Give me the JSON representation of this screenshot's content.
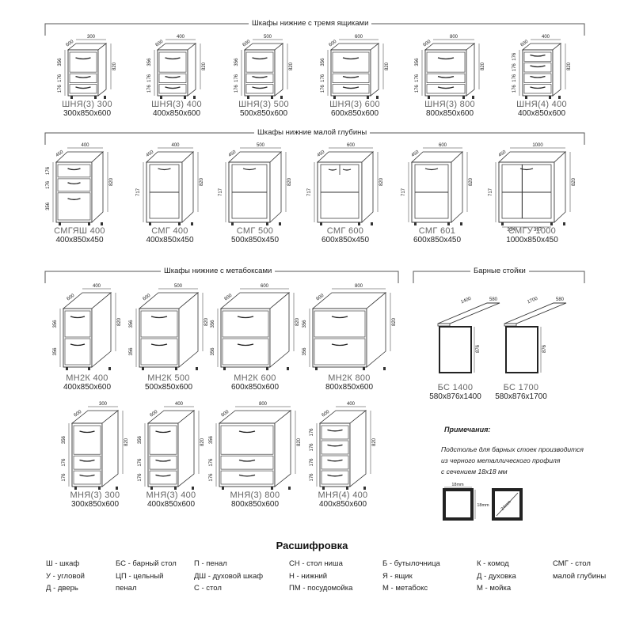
{
  "sections": {
    "three_drawers": {
      "title": "Шкафы нижние с тремя ящиками"
    },
    "small_depth": {
      "title": "Шкафы нижние малой глубины"
    },
    "metaboxes": {
      "title": "Шкафы нижние с метабоксами"
    },
    "bar_counters": {
      "title": "Барные стойки"
    }
  },
  "row1": [
    {
      "name": "ШНЯ(3) 300",
      "dims": "300x850x600",
      "w": "300",
      "d": "600",
      "h": "820",
      "drawers": [
        "176",
        "176",
        "356"
      ]
    },
    {
      "name": "ШНЯ(3) 400",
      "dims": "400x850x600",
      "w": "400",
      "d": "600",
      "h": "820",
      "drawers": [
        "176",
        "176",
        "356"
      ]
    },
    {
      "name": "ШНЯ(3) 500",
      "dims": "500x850x600",
      "w": "500",
      "d": "600",
      "h": "820",
      "drawers": [
        "176",
        "176",
        "356"
      ]
    },
    {
      "name": "ШНЯ(3) 600",
      "dims": "600x850x600",
      "w": "600",
      "d": "600",
      "h": "820",
      "drawers": [
        "176",
        "176",
        "356"
      ]
    },
    {
      "name": "ШНЯ(3) 800",
      "dims": "800x850x600",
      "w": "800",
      "d": "600",
      "h": "820",
      "drawers": [
        "176",
        "176",
        "356"
      ]
    },
    {
      "name": "ШНЯ(4) 400",
      "dims": "400x850x600",
      "w": "400",
      "d": "600",
      "h": "820",
      "drawers": [
        "176",
        "176",
        "176",
        "176"
      ]
    }
  ],
  "row2": [
    {
      "name": "СМГЯШ 400",
      "dims": "400x850x450",
      "w": "400",
      "d": "450",
      "h": "820",
      "side": "356 176 176"
    },
    {
      "name": "СМГ 400",
      "dims": "400x850x450",
      "w": "400",
      "d": "450",
      "h": "820",
      "side": "717"
    },
    {
      "name": "СМГ 500",
      "dims": "500x850x450",
      "w": "500",
      "d": "450",
      "h": "820",
      "side": "717"
    },
    {
      "name": "СМГ 600",
      "dims": "600x850x450",
      "w": "600",
      "d": "450",
      "h": "820",
      "side": "717"
    },
    {
      "name": "СМГ 601",
      "dims": "600x850x450",
      "w": "600",
      "d": "450",
      "h": "820",
      "side": "717"
    },
    {
      "name": "СМГУ 1000",
      "dims": "1000x850x450",
      "w": "1000",
      "d": "450",
      "h": "820",
      "side": "717",
      "bottom_a": "334",
      "bottom_b": "397"
    }
  ],
  "row3": [
    {
      "name": "МН2К 400",
      "dims": "400x850x600",
      "w": "400",
      "d": "600",
      "h": "820",
      "drawers": [
        "356",
        "356"
      ]
    },
    {
      "name": "МН2К 500",
      "dims": "500x850x600",
      "w": "500",
      "d": "600",
      "h": "820",
      "drawers": [
        "356",
        "356"
      ]
    },
    {
      "name": "МН2К 600",
      "dims": "600x850x600",
      "w": "600",
      "d": "600",
      "h": "820",
      "drawers": [
        "356",
        "356"
      ]
    },
    {
      "name": "МН2К 800",
      "dims": "800x850x600",
      "w": "800",
      "d": "600",
      "h": "820",
      "drawers": [
        "356",
        "356"
      ]
    }
  ],
  "bars": [
    {
      "name": "БС 1400",
      "dims": "580x876x1400",
      "len": "1400",
      "d": "580",
      "h": "876"
    },
    {
      "name": "БС 1700",
      "dims": "580x876x1700",
      "len": "1700",
      "d": "580",
      "h": "876"
    }
  ],
  "row4": [
    {
      "name": "МНЯ(3) 300",
      "dims": "300x850x600",
      "w": "300",
      "d": "600",
      "h": "820",
      "drawers": [
        "176",
        "176",
        "356"
      ]
    },
    {
      "name": "МНЯ(3) 400",
      "dims": "400x850x600",
      "w": "400",
      "d": "600",
      "h": "820",
      "drawers": [
        "176",
        "176",
        "356"
      ]
    },
    {
      "name": "МНЯ(3) 800",
      "dims": "800x850x600",
      "w": "800",
      "d": "600",
      "h": "820",
      "drawers": [
        "176",
        "176",
        "356"
      ]
    },
    {
      "name": "МНЯ(4) 400",
      "dims": "400x850x600",
      "w": "400",
      "d": "600",
      "h": "820",
      "drawers": [
        "176",
        "176",
        "176",
        "176"
      ]
    }
  ],
  "notes": {
    "title": "Примечания:",
    "line1": "Подстолье для барных стоек производится",
    "line2": "из черного металлического профиля",
    "line3": "с сечением 18х18 мм",
    "profile_a": "18mm",
    "profile_b": "18mm",
    "profile_c": "24mm"
  },
  "legend": {
    "title": "Расшифровка",
    "col1": [
      "Ш - шкаф",
      "У - угловой",
      "Д - дверь"
    ],
    "col2": [
      "БС - барный стол",
      "ЦП - цельный",
      "пенал"
    ],
    "col3": [
      "П - пенал",
      "ДШ - духовой шкаф",
      "С - стол"
    ],
    "col4": [
      "СН - стол ниша",
      "Н - нижний",
      "ПМ - посудомойка"
    ],
    "col5": [
      "Б - бутылочница",
      "Я - ящик",
      "М - метабокс"
    ],
    "col6": [
      "К - комод",
      "Д - духовка",
      "М - мойка"
    ],
    "col7": [
      "СМГ - стол",
      "малой глубины"
    ]
  }
}
